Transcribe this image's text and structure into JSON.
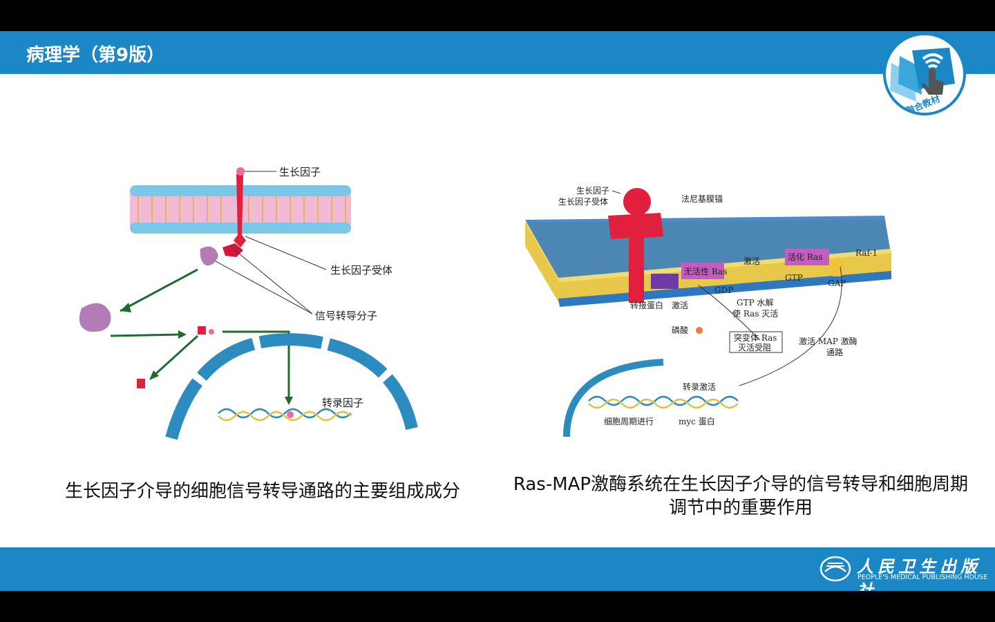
{
  "header": {
    "title": "病理学（第9版）"
  },
  "badge": {
    "label": "融合教材"
  },
  "figure_left": {
    "labels": {
      "growth_factor": "生长因子",
      "receptor": "生长因子受体",
      "transducer": "信号转导分子",
      "transcription_factor": "转录因子"
    },
    "caption": "生长因子介导的细胞信号转导通路的主要组成成分"
  },
  "figure_right": {
    "labels": {
      "growth_factor": "生长因子",
      "receptor": "生长因子受体",
      "farnesyl": "法尼基膜锚",
      "inactive_ras": "无活性 Ras",
      "active_ras": "活化 Ras",
      "activate_top": "激活",
      "raf": "Raf-1",
      "gdp": "GDP",
      "gtp": "GTP",
      "gap": "GAP",
      "adaptor": "转接蛋白",
      "activate_left": "激活",
      "hydrolysis_1": "GTP 水解",
      "hydrolysis_2": "使 Ras 灭活",
      "phosphate": "磷酸",
      "mutant_1": "突变体 Ras",
      "mutant_2": "灭活受阻",
      "map_1": "激活 MAP 激酶",
      "map_2": "通路",
      "transcription": "转录激活",
      "cell_cycle": "细胞周期进行",
      "myc": "myc 蛋白"
    },
    "caption_line1": "Ras-MAP激酶系统在生长因子介导的信号转导和细胞周期",
    "caption_line2": "调节中的重要作用"
  },
  "footer": {
    "publisher_cn": "人民卫生出版社",
    "publisher_en": "PEOPLE'S MEDICAL PUBLISHING HOUSE"
  },
  "colors": {
    "brand_blue": "#1b87c4",
    "membrane_blue": "#5fb6dc",
    "receptor_red": "#e0203c",
    "arrow_green": "#1e6b2c"
  }
}
